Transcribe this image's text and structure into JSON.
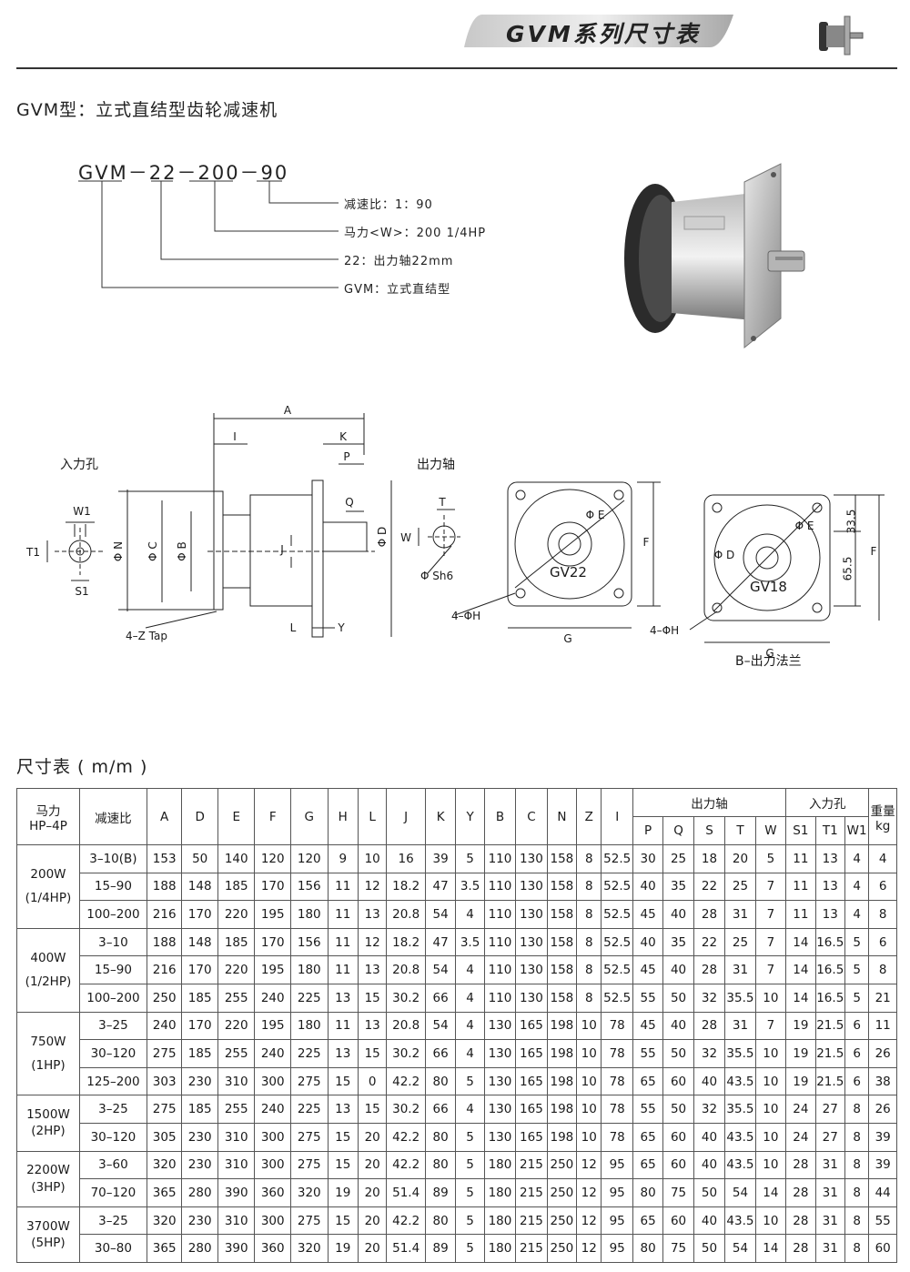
{
  "header": {
    "title": "GVM系列尺寸表"
  },
  "type_title": "GVM型：立式直结型齿轮减速机",
  "model": {
    "code": "GVM－22－200－90",
    "legend": [
      "减速比：1：90",
      "马力<W>：200 1/4HP",
      "22：出力轴22mm",
      "GVM：立式直结型"
    ]
  },
  "drawing": {
    "input_hole_label": "入力孔",
    "output_shaft_label": "出力轴",
    "flange_label": "B–出力法兰",
    "gv22_label": "GV22",
    "gv18_label": "GV18",
    "tap_label": "4–Z Tap",
    "hole_label_a": "4–ΦH",
    "hole_label_b": "4–ΦH",
    "sh6_label": "Φ Sh6",
    "dim_33": "33.5",
    "dim_65": "65.5"
  },
  "table": {
    "title": "尺寸表 ( m/m )",
    "headers": {
      "power": [
        "马力",
        "HP–4P"
      ],
      "ratio": "减速比",
      "cols": [
        "A",
        "D",
        "E",
        "F",
        "G",
        "H",
        "L",
        "J",
        "K",
        "Y",
        "B",
        "C",
        "N",
        "Z",
        "I"
      ],
      "output_group": "出力轴",
      "output_cols": [
        "P",
        "Q",
        "S",
        "T",
        "W"
      ],
      "input_group": "入力孔",
      "input_cols": [
        "S1",
        "T1",
        "W1"
      ],
      "weight": [
        "重量",
        "kg"
      ]
    },
    "groups": [
      {
        "power": "200W",
        "hp": "(1/4HP)",
        "gap": true,
        "rows": [
          [
            "3–10(B)",
            "153",
            "50",
            "140",
            "120",
            "120",
            "9",
            "10",
            "16",
            "39",
            "5",
            "110",
            "130",
            "158",
            "8",
            "52.5",
            "30",
            "25",
            "18",
            "20",
            "5",
            "11",
            "13",
            "4",
            "4"
          ],
          [
            "15–90",
            "188",
            "148",
            "185",
            "170",
            "156",
            "11",
            "12",
            "18.2",
            "47",
            "3.5",
            "110",
            "130",
            "158",
            "8",
            "52.5",
            "40",
            "35",
            "22",
            "25",
            "7",
            "11",
            "13",
            "4",
            "6"
          ],
          [
            "100–200",
            "216",
            "170",
            "220",
            "195",
            "180",
            "11",
            "13",
            "20.8",
            "54",
            "4",
            "110",
            "130",
            "158",
            "8",
            "52.5",
            "45",
            "40",
            "28",
            "31",
            "7",
            "11",
            "13",
            "4",
            "8"
          ]
        ]
      },
      {
        "power": "400W",
        "hp": "(1/2HP)",
        "gap": true,
        "rows": [
          [
            "3–10",
            "188",
            "148",
            "185",
            "170",
            "156",
            "11",
            "12",
            "18.2",
            "47",
            "3.5",
            "110",
            "130",
            "158",
            "8",
            "52.5",
            "40",
            "35",
            "22",
            "25",
            "7",
            "14",
            "16.5",
            "5",
            "6"
          ],
          [
            "15–90",
            "216",
            "170",
            "220",
            "195",
            "180",
            "11",
            "13",
            "20.8",
            "54",
            "4",
            "110",
            "130",
            "158",
            "8",
            "52.5",
            "45",
            "40",
            "28",
            "31",
            "7",
            "14",
            "16.5",
            "5",
            "8"
          ],
          [
            "100–200",
            "250",
            "185",
            "255",
            "240",
            "225",
            "13",
            "15",
            "30.2",
            "66",
            "4",
            "110",
            "130",
            "158",
            "8",
            "52.5",
            "55",
            "50",
            "32",
            "35.5",
            "10",
            "14",
            "16.5",
            "5",
            "21"
          ]
        ]
      },
      {
        "power": "750W",
        "hp": "(1HP)",
        "gap": true,
        "rows": [
          [
            "3–25",
            "240",
            "170",
            "220",
            "195",
            "180",
            "11",
            "13",
            "20.8",
            "54",
            "4",
            "130",
            "165",
            "198",
            "10",
            "78",
            "45",
            "40",
            "28",
            "31",
            "7",
            "19",
            "21.5",
            "6",
            "11"
          ],
          [
            "30–120",
            "275",
            "185",
            "255",
            "240",
            "225",
            "13",
            "15",
            "30.2",
            "66",
            "4",
            "130",
            "165",
            "198",
            "10",
            "78",
            "55",
            "50",
            "32",
            "35.5",
            "10",
            "19",
            "21.5",
            "6",
            "26"
          ],
          [
            "125–200",
            "303",
            "230",
            "310",
            "300",
            "275",
            "15",
            "0",
            "42.2",
            "80",
            "5",
            "130",
            "165",
            "198",
            "10",
            "78",
            "65",
            "60",
            "40",
            "43.5",
            "10",
            "19",
            "21.5",
            "6",
            "38"
          ]
        ]
      },
      {
        "power": "1500W",
        "hp": "(2HP)",
        "gap": false,
        "rows": [
          [
            "3–25",
            "275",
            "185",
            "255",
            "240",
            "225",
            "13",
            "15",
            "30.2",
            "66",
            "4",
            "130",
            "165",
            "198",
            "10",
            "78",
            "55",
            "50",
            "32",
            "35.5",
            "10",
            "24",
            "27",
            "8",
            "26"
          ],
          [
            "30–120",
            "305",
            "230",
            "310",
            "300",
            "275",
            "15",
            "20",
            "42.2",
            "80",
            "5",
            "130",
            "165",
            "198",
            "10",
            "78",
            "65",
            "60",
            "40",
            "43.5",
            "10",
            "24",
            "27",
            "8",
            "39"
          ]
        ]
      },
      {
        "power": "2200W",
        "hp": "(3HP)",
        "gap": false,
        "rows": [
          [
            "3–60",
            "320",
            "230",
            "310",
            "300",
            "275",
            "15",
            "20",
            "42.2",
            "80",
            "5",
            "180",
            "215",
            "250",
            "12",
            "95",
            "65",
            "60",
            "40",
            "43.5",
            "10",
            "28",
            "31",
            "8",
            "39"
          ],
          [
            "70–120",
            "365",
            "280",
            "390",
            "360",
            "320",
            "19",
            "20",
            "51.4",
            "89",
            "5",
            "180",
            "215",
            "250",
            "12",
            "95",
            "80",
            "75",
            "50",
            "54",
            "14",
            "28",
            "31",
            "8",
            "44"
          ]
        ]
      },
      {
        "power": "3700W",
        "hp": "(5HP)",
        "gap": false,
        "rows": [
          [
            "3–25",
            "320",
            "230",
            "310",
            "300",
            "275",
            "15",
            "20",
            "42.2",
            "80",
            "5",
            "180",
            "215",
            "250",
            "12",
            "95",
            "65",
            "60",
            "40",
            "43.5",
            "10",
            "28",
            "31",
            "8",
            "55"
          ],
          [
            "30–80",
            "365",
            "280",
            "390",
            "360",
            "320",
            "19",
            "20",
            "51.4",
            "89",
            "5",
            "180",
            "215",
            "250",
            "12",
            "95",
            "80",
            "75",
            "50",
            "54",
            "14",
            "28",
            "31",
            "8",
            "60"
          ]
        ]
      }
    ]
  }
}
